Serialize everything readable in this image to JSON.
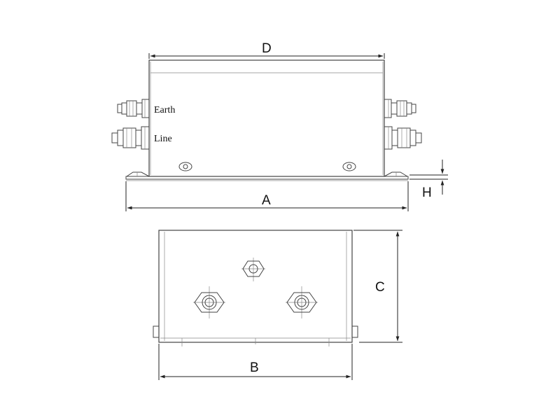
{
  "dimensions": {
    "length_label": "D",
    "base_label": "A",
    "height_label": "H",
    "width_label": "B",
    "depth_label": "C"
  },
  "terminals": {
    "earth_label": "Earth",
    "line_label": "Line"
  }
}
